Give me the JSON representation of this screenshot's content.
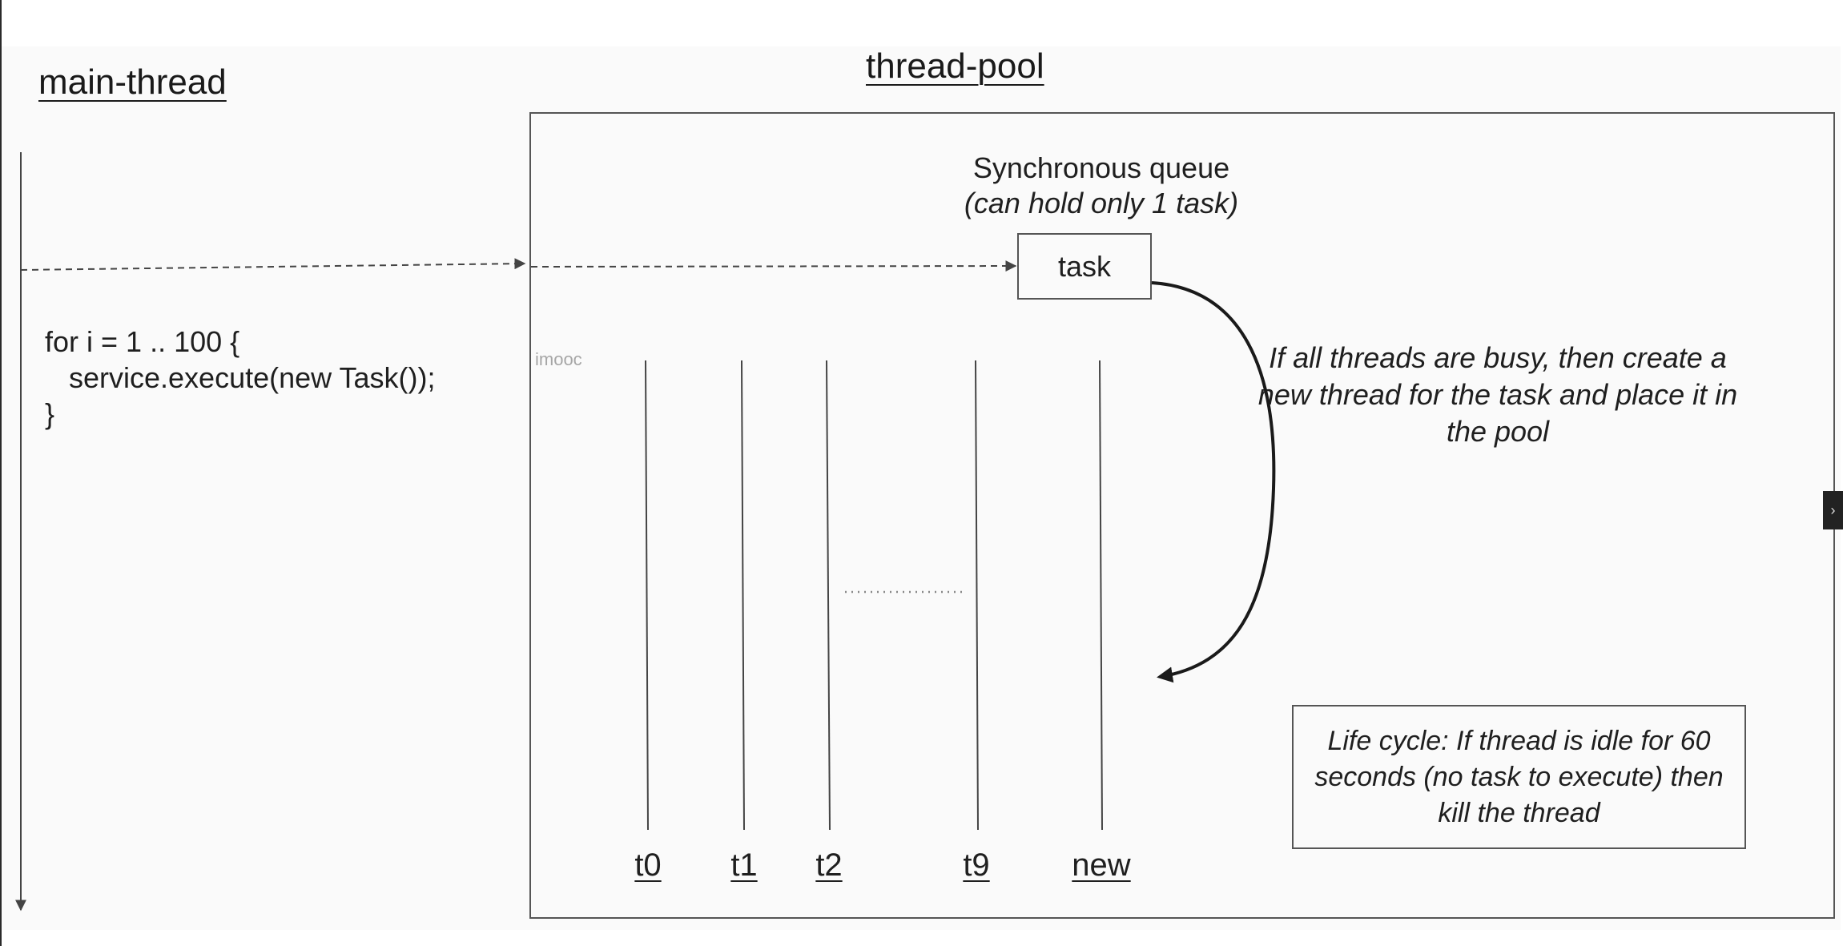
{
  "main_thread": {
    "title": "main-thread",
    "code": "for i = 1 .. 100 {\n   service.execute(new Task());\n}"
  },
  "thread_pool": {
    "title": "thread-pool",
    "queue": {
      "label": "Synchronous queue",
      "note": "(can hold only 1 task)",
      "item": "task"
    },
    "threads": [
      "t0",
      "t1",
      "t2",
      "t9",
      "new"
    ],
    "callout": "If all threads are busy, then create a new thread for the task and place it in the pool",
    "lifecycle": "Life cycle: If thread is idle for 60 seconds (no task to execute) then kill the thread"
  },
  "watermark": "imooc",
  "side_tab_icon": "chevron-right-icon",
  "colors": {
    "background": "#fafafa",
    "line": "#555555",
    "text": "#1f1f1f"
  }
}
